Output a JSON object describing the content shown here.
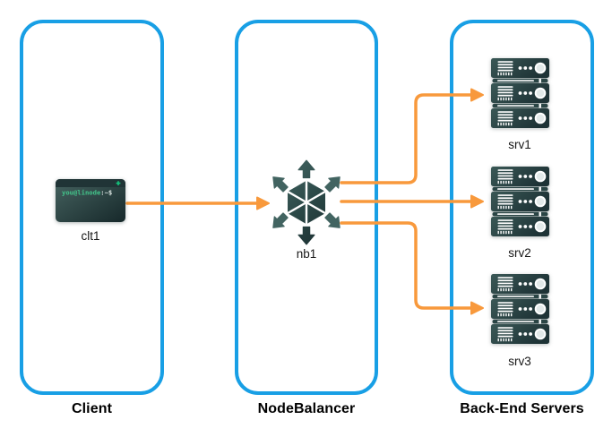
{
  "client": {
    "column_label": "Client",
    "node_id": "clt1",
    "terminal": {
      "prompt_user": "you@linode",
      "prompt_suffix": ":~$"
    }
  },
  "nodebalancer": {
    "column_label": "NodeBalancer",
    "node_id": "nb1"
  },
  "backend": {
    "column_label": "Back-End Servers",
    "servers": [
      {
        "id": "srv1"
      },
      {
        "id": "srv2"
      },
      {
        "id": "srv3"
      }
    ]
  },
  "connections": [
    {
      "from": "clt1",
      "to": "nb1"
    },
    {
      "from": "nb1",
      "to": "srv1"
    },
    {
      "from": "nb1",
      "to": "srv2"
    },
    {
      "from": "nb1",
      "to": "srv3"
    }
  ],
  "colors": {
    "container_border": "#189FE5",
    "arrow": "#F8993C",
    "icon_dark_teal": "#24403F",
    "terminal_green": "#43C58B",
    "background": "#FFFFFF"
  },
  "icons": {
    "client_node": "terminal-icon",
    "nodebalancer_node": "nodebalancer-hexagon-icon",
    "backend_node": "server-stack-icon"
  }
}
